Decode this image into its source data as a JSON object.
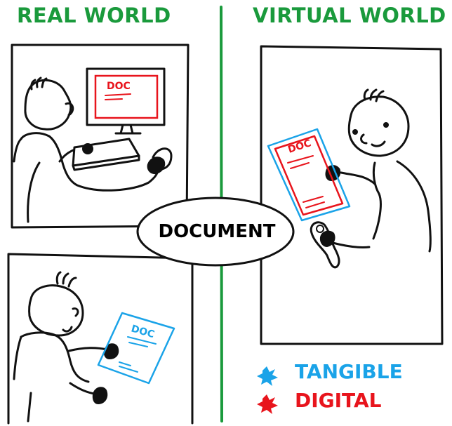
{
  "headings": {
    "left": "REAL WORLD",
    "right": "VIRTUAL WORLD"
  },
  "center_label": "DOCUMENT",
  "doc_text": "DOC",
  "legend": [
    {
      "label": "TANGIBLE",
      "color": "#1aa3e8"
    },
    {
      "label": "DIGITAL",
      "color": "#e8141c"
    }
  ],
  "colors": {
    "heading": "#1a9a3c",
    "divider": "#1a9a3c",
    "ink": "#111111",
    "tangible": "#1aa3e8",
    "digital": "#e8141c"
  }
}
